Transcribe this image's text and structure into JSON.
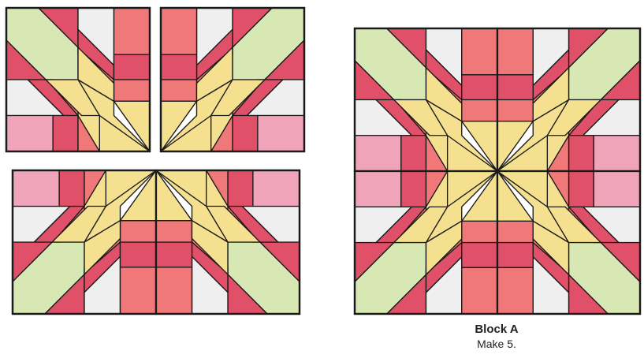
{
  "palette": {
    "red": "#E05068",
    "coral": "#F07878",
    "pink": "#F0A4BA",
    "yellow": "#F4E08E",
    "green": "#D8E8B4",
    "white": "#EFEFEF",
    "outline": "#1a1a1a"
  },
  "block_panel": {
    "caption_title": "Block A",
    "caption_sub": "Make 5."
  },
  "units": {
    "quarter_top_left": "quarter-unit",
    "quarter_top_right": "quarter-unit",
    "half_bottom": "half-unit",
    "full_block": "full-block"
  }
}
